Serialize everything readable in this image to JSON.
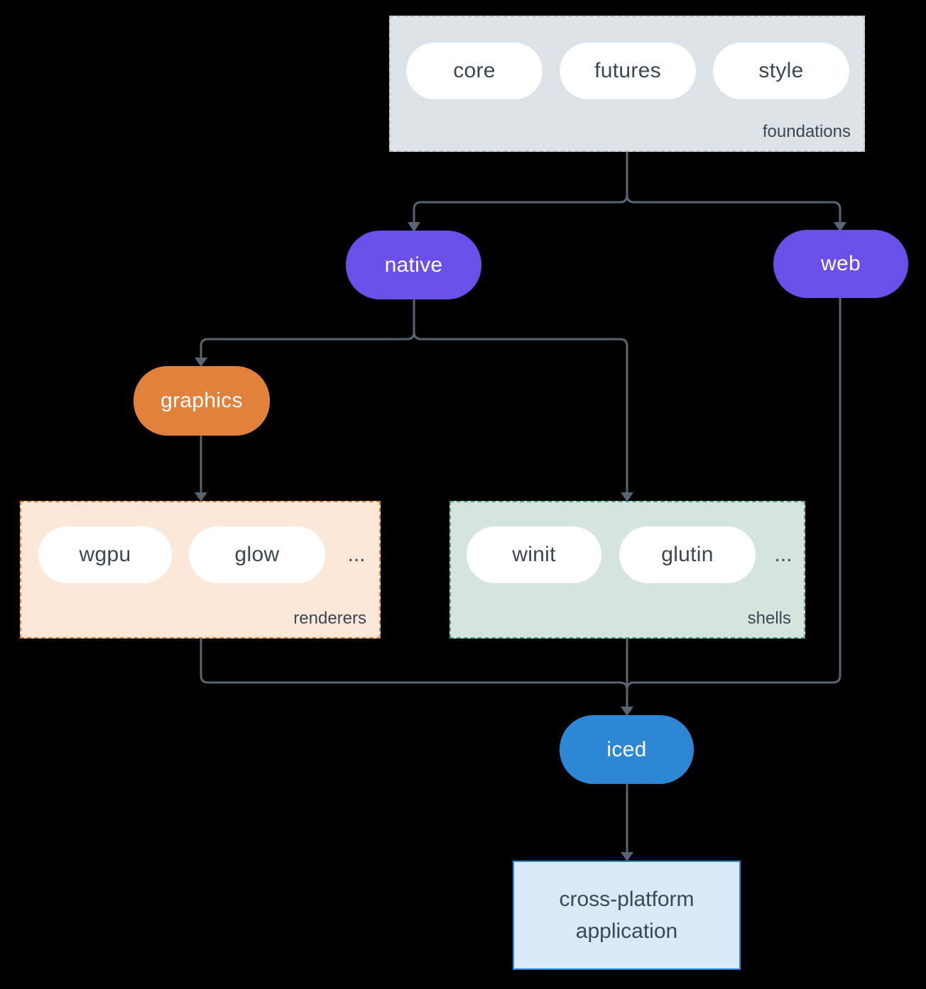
{
  "colors": {
    "background": "#000000",
    "line": "#5a6573",
    "purple": "#6b4fe9",
    "orange": "#e0813c",
    "blue": "#2e87d4",
    "gray-box": "#dde2e6",
    "gray-border": "#bcc5cc",
    "peach-box": "#fbe8d9",
    "teal-box": "#d5e4de",
    "teal-border": "#55a386",
    "light-blue-box": "#d8e9f8",
    "text-dark": "#3c4754",
    "text-light": "#ffffff"
  },
  "foundations": {
    "label": "foundations",
    "items": [
      "core",
      "futures",
      "style"
    ]
  },
  "native": {
    "label": "native"
  },
  "web": {
    "label": "web"
  },
  "graphics": {
    "label": "graphics"
  },
  "renderers": {
    "label": "renderers",
    "items": [
      "wgpu",
      "glow"
    ],
    "more": "..."
  },
  "shells": {
    "label": "shells",
    "items": [
      "winit",
      "glutin"
    ],
    "more": "..."
  },
  "iced": {
    "label": "iced"
  },
  "application": {
    "line1": "cross-platform",
    "line2": "application"
  }
}
